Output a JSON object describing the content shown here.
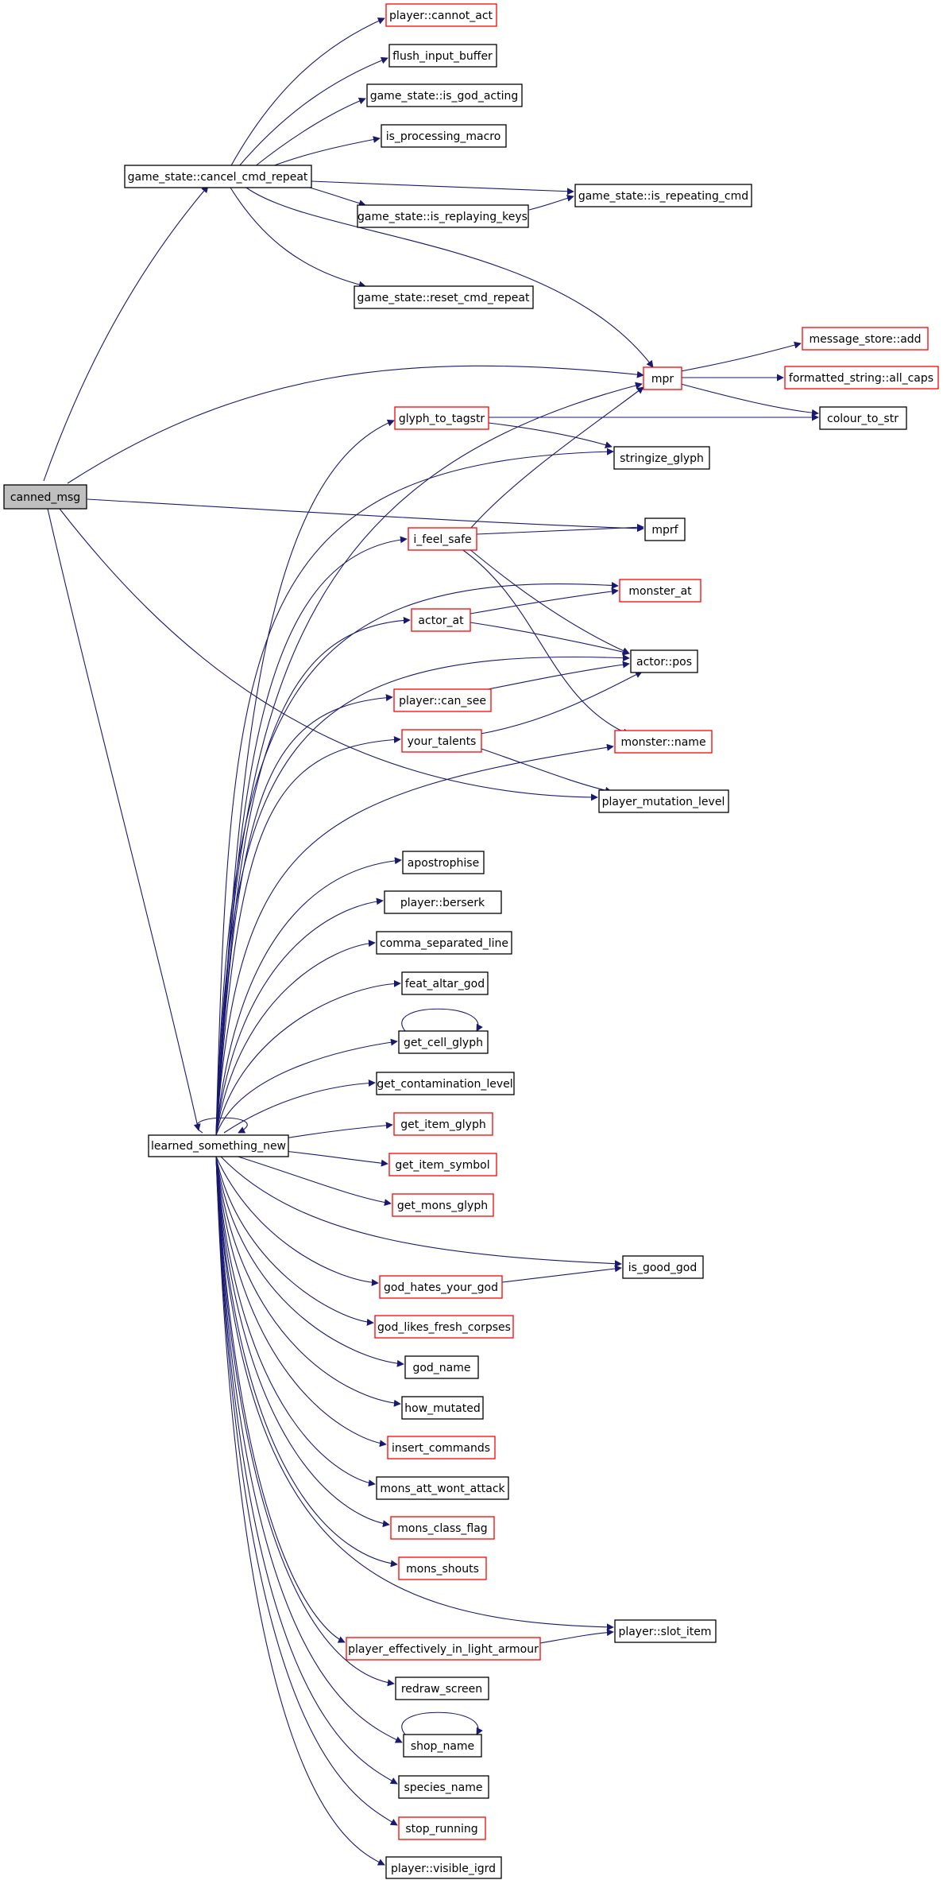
{
  "colors": {
    "edge": "#191970",
    "node_border_normal": "#000000",
    "node_border_linked": "#ff0000",
    "root_fill": "#bfbfbf",
    "node_fill": "#ffffff"
  },
  "nodes": {
    "canned_msg": "canned_msg",
    "cancel_cmd_repeat": "game_state::cancel_cmd_repeat",
    "learned_something_new": "learned_something_new",
    "player_cannot_act": "player::cannot_act",
    "flush_input_buffer": "flush_input_buffer",
    "is_god_acting": "game_state::is_god_acting",
    "is_processing_macro": "is_processing_macro",
    "is_replaying_keys": "game_state::is_replaying_keys",
    "is_repeating_cmd": "game_state::is_repeating_cmd",
    "reset_cmd_repeat": "game_state::reset_cmd_repeat",
    "mpr": "mpr",
    "message_store_add": "message_store::add",
    "all_caps": "formatted_string::all_caps",
    "colour_to_str": "colour_to_str",
    "glyph_to_tagstr": "glyph_to_tagstr",
    "stringize_glyph": "stringize_glyph",
    "i_feel_safe": "i_feel_safe",
    "mprf": "mprf",
    "monster_at": "monster_at",
    "actor_at": "actor_at",
    "actor_pos": "actor::pos",
    "player_can_see": "player::can_see",
    "your_talents": "your_talents",
    "monster_name": "monster::name",
    "player_mutation_level": "player_mutation_level",
    "apostrophise": "apostrophise",
    "player_berserk": "player::berserk",
    "comma_separated_line": "comma_separated_line",
    "feat_altar_god": "feat_altar_god",
    "get_cell_glyph": "get_cell_glyph",
    "get_contamination_level": "get_contamination_level",
    "get_item_glyph": "get_item_glyph",
    "get_item_symbol": "get_item_symbol",
    "get_mons_glyph": "get_mons_glyph",
    "god_hates_your_god": "god_hates_your_god",
    "is_good_god": "is_good_god",
    "god_likes_fresh_corpses": "god_likes_fresh_corpses",
    "god_name": "god_name",
    "how_mutated": "how_mutated",
    "insert_commands": "insert_commands",
    "mons_att_wont_attack": "mons_att_wont_attack",
    "mons_class_flag": "mons_class_flag",
    "mons_shouts": "mons_shouts",
    "player_effectively_in_light_armour": "player_effectively_in_light_armour",
    "player_slot_item": "player::slot_item",
    "redraw_screen": "redraw_screen",
    "shop_name": "shop_name",
    "species_name": "species_name",
    "stop_running": "stop_running",
    "player_visible_igrd": "player::visible_igrd"
  }
}
